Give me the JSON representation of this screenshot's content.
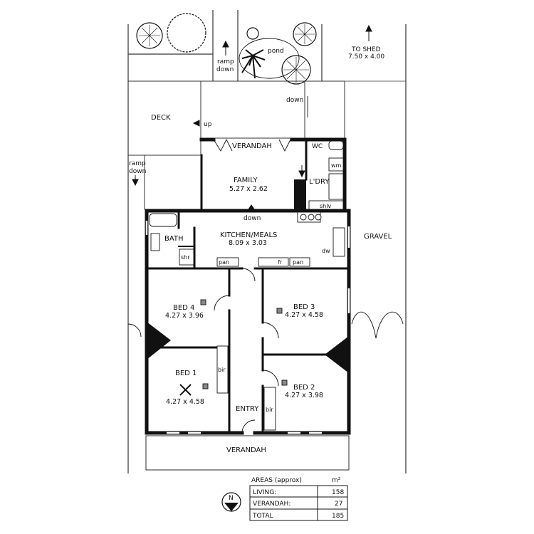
{
  "rooms": {
    "deck": "DECK",
    "verandah_rear": "VERANDAH",
    "family": "FAMILY",
    "family_dim": "5.27 x 2.62",
    "laundry": "L'DRY",
    "wc": "WC",
    "wm": "wm",
    "shlv": "shlv",
    "bath": "BATH",
    "shr": "shr",
    "kitchen": "KITCHEN/MEALS",
    "kitchen_dim": "8.09 x 3.03",
    "dw": "dw",
    "pan1": "pan",
    "fr": "fr",
    "pan2": "pan",
    "bed4": "BED 4",
    "bed4_dim": "4.27 x 3.96",
    "bed3": "BED 3",
    "bed3_dim": "4.27 x 4.58",
    "bed1": "BED 1",
    "bed1_dim": "4.27 x 4.58",
    "bed2": "BED 2",
    "bed2_dim": "4.27 x 3.98",
    "bir1": "bir",
    "bir2": "bir",
    "entry": "ENTRY",
    "verandah_front": "VERANDAH"
  },
  "annotations": {
    "ramp_down_top_1": "ramp",
    "ramp_down_top_2": "down",
    "pond": "pond",
    "to_shed_1": "TO SHED",
    "to_shed_2": "7.50 x 4.00",
    "down_right": "down",
    "up": "up",
    "ramp_down_left_1": "ramp",
    "ramp_down_left_2": "down",
    "down_kitchen": "down",
    "gravel": "GRAVEL"
  },
  "areas": {
    "heading": "AREAS (approx)",
    "unit": "m²",
    "rows": [
      {
        "label": "LIVING:",
        "value": "158"
      },
      {
        "label": "VERANDAH:",
        "value": "27"
      },
      {
        "label": "TOTAL",
        "value": "185"
      }
    ]
  },
  "north": "N"
}
